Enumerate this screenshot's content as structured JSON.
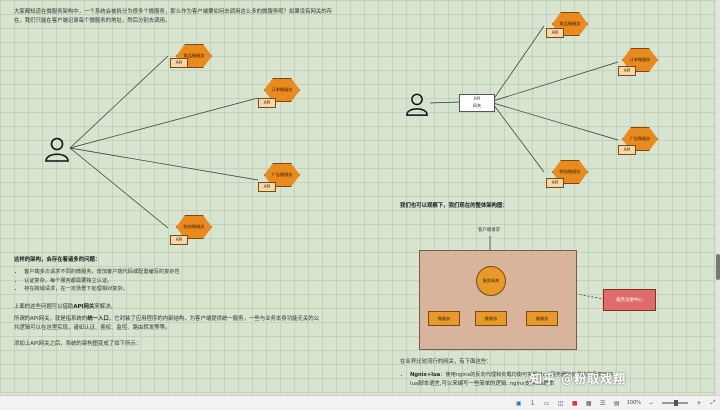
{
  "left_column": {
    "intro": "大家都知道在微服务架构中，一个系统会被拆分为很多个微服务，那么作为客户端要如何去调用这么多的微服务呢？如果没有网关的存在，我们只能在客户端记录每个微服务的地址，然后分别去调用。",
    "services": [
      {
        "name": "商品微服务",
        "api": "API"
      },
      {
        "name": "订单微服务",
        "api": "API"
      },
      {
        "name": "广告微服务",
        "api": "API"
      },
      {
        "name": "物流微服务",
        "api": "API"
      }
    ],
    "problems_title": "这样的架构，会存在着诸多的问题：",
    "problems": [
      "客户端多次请求不同的微服务，增加客户端代码或配置编写的复杂性",
      "认证复杂，每个服务都需要独立认证。",
      "存在跨域请求，在一定场景下处理相对复杂。"
    ],
    "p1_prefix": "上面的这些问题可以借助",
    "p1_bold": "API网关",
    "p1_suffix": "来解决。",
    "p2_prefix": "所谓的API网关，就是指系统的",
    "p2_bold": "统一入口",
    "p2_rest": "，它封装了应用程序的内部结构，为客户端提供统一服务，一些与业务本身功能无关的公共逻辑可以在这里实现，诸如认证、鉴权、监控、路由转发等等。",
    "p3": "添加上API网关之后，系统的架构图变成了如下所示："
  },
  "right_column": {
    "gateway_label_1": "API",
    "gateway_label_2": "网关",
    "services": [
      {
        "name": "商品微服务",
        "api": "API"
      },
      {
        "name": "订单微服务",
        "api": "API"
      },
      {
        "name": "广告微服务",
        "api": "API"
      },
      {
        "name": "物流微服务",
        "api": "API"
      }
    ],
    "overall_title": "我们也可以观察下，我们现在的整体架构图：",
    "client_request": "客户端请求",
    "gateway_circle": "服务网关",
    "svc_boxes": [
      "微服务",
      "微服务",
      "微服务"
    ],
    "registry": "服务注册中心",
    "impl_intro": "在业界比较流行的网关，有下面这些：",
    "impl_bold": "Ngnix+lua",
    "impl_text": "：使用nginx的反向代理和负载均衡可实现对api服务器的负载均衡及高可用",
    "impl_text2": "lua脚本语言,可以来编写一些简单的逻辑, nginx支持lua脚本"
  },
  "watermark": "知乎 @粉取戏翔",
  "toolbar": {
    "page_indicator": "1",
    "zoom": "100%"
  }
}
